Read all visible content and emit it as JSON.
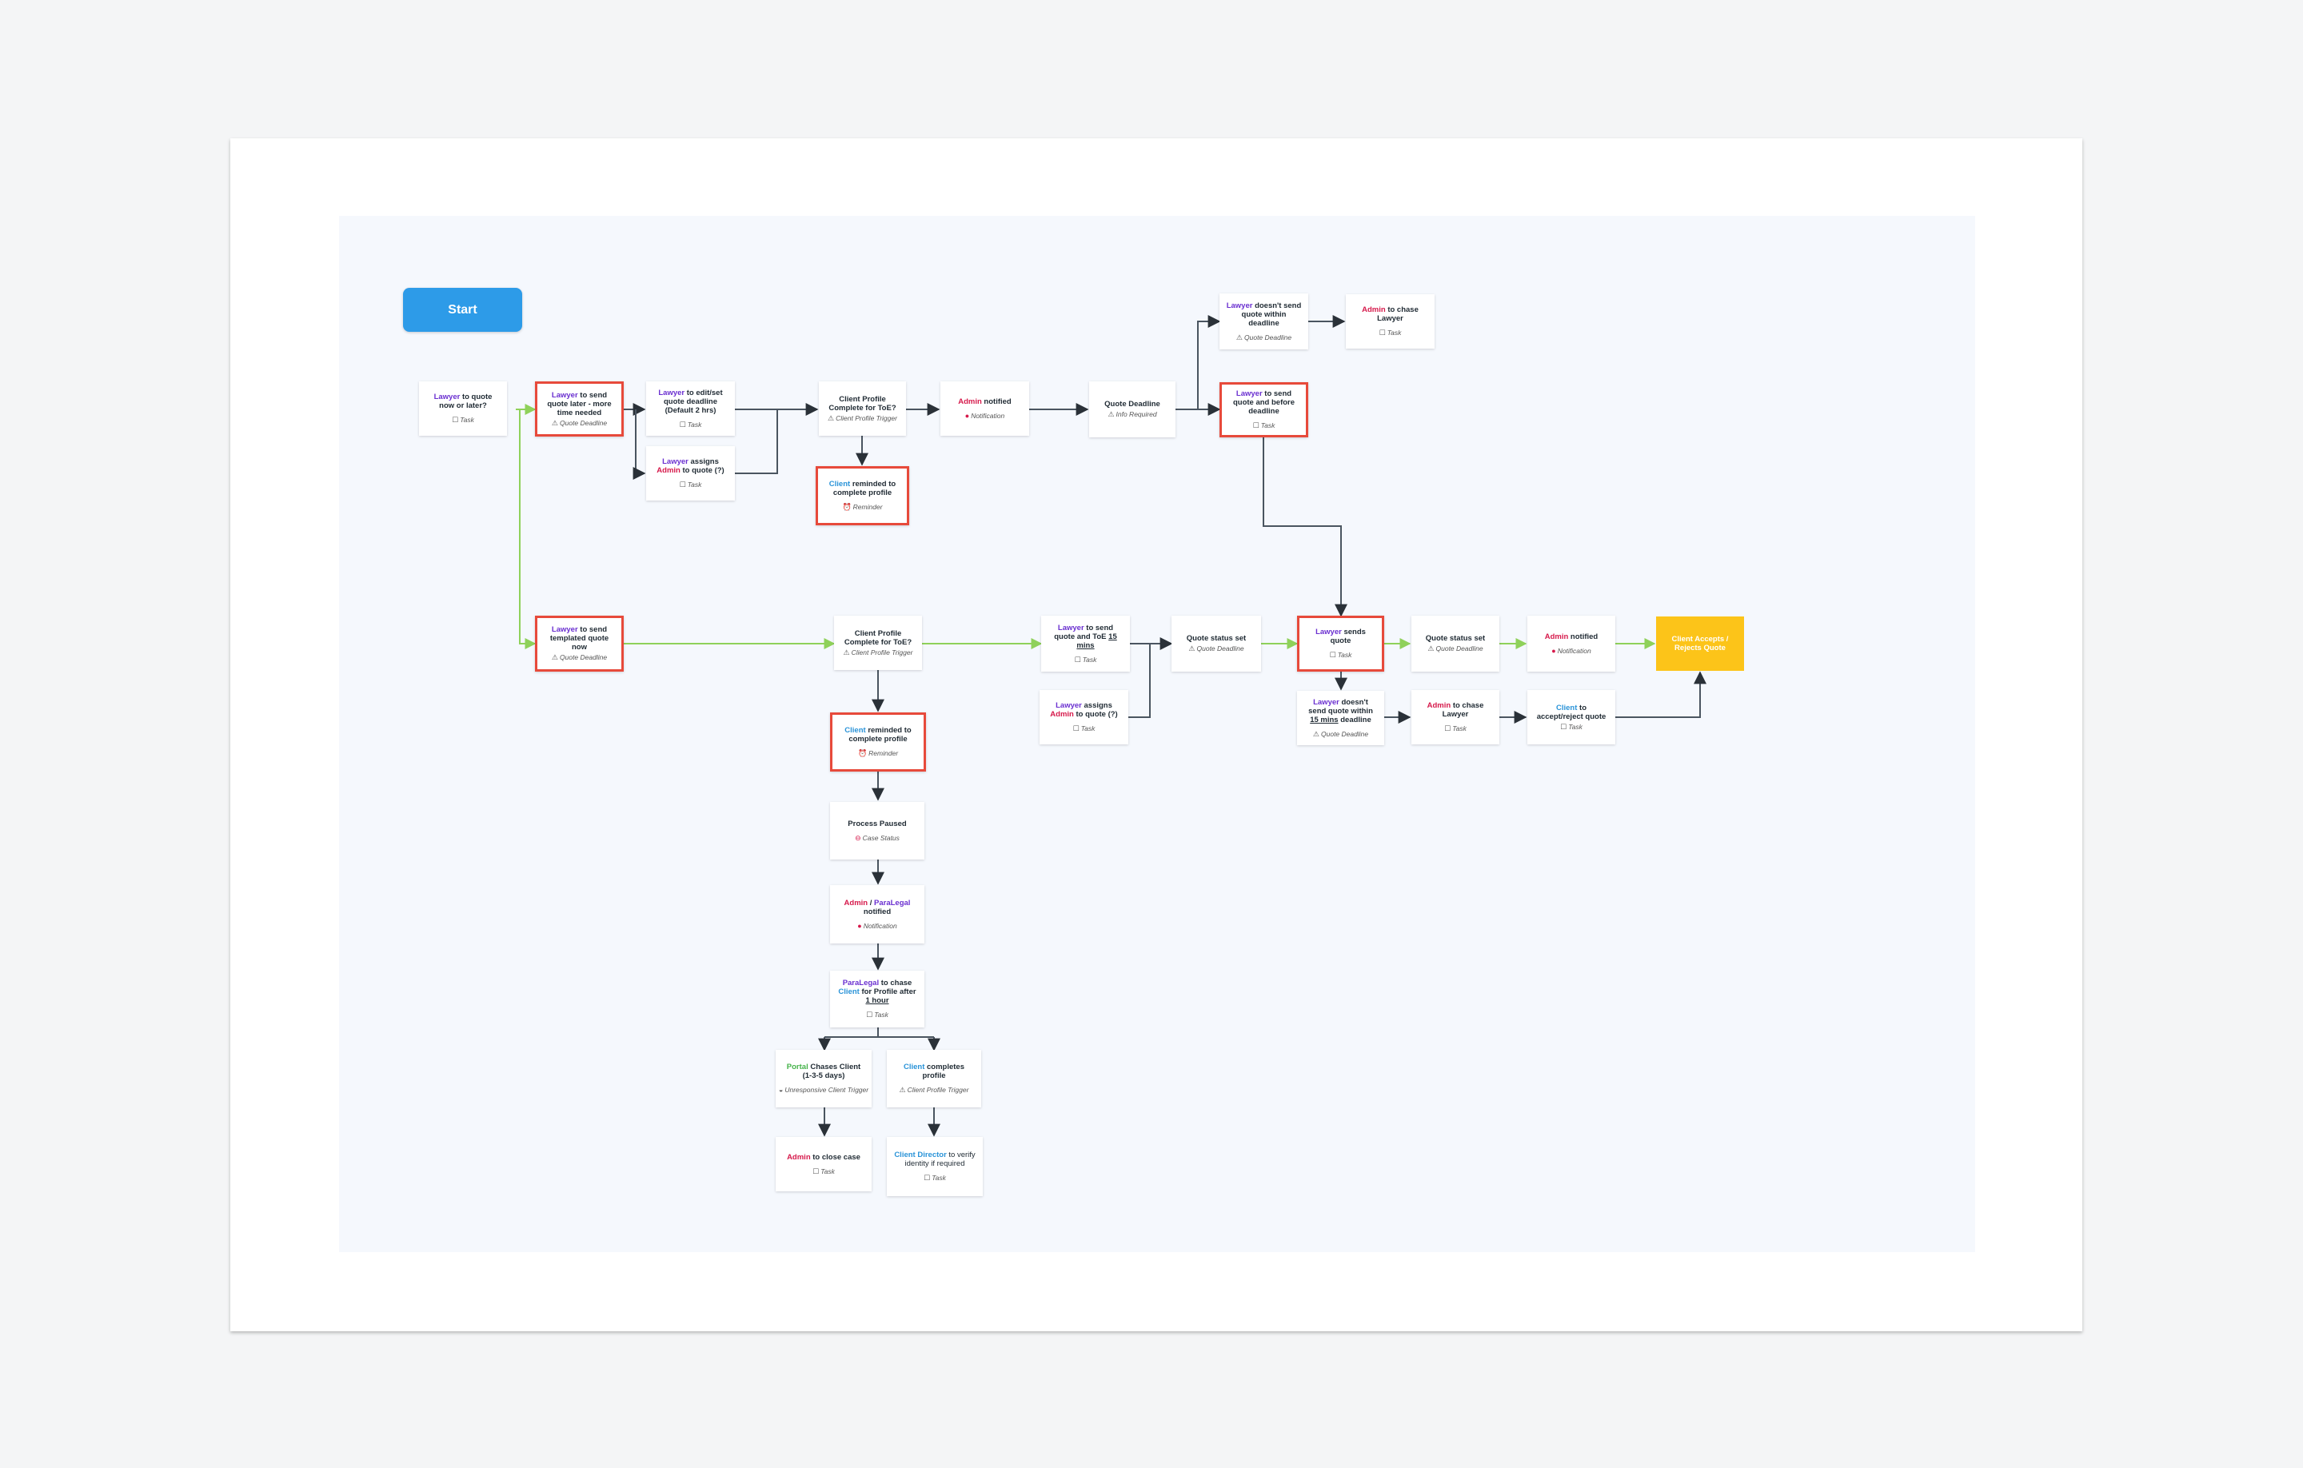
{
  "start": {
    "label": "Start"
  },
  "final": {
    "label": "Client Accepts / Rejects Quote"
  },
  "tags": {
    "task": "Task",
    "quote_deadline": "Quote Deadline",
    "client_profile_trigger": "Client Profile Trigger",
    "notification": "Notification",
    "reminder": "Reminder",
    "info_required": "Info Required",
    "case_status": "Case Status",
    "unresponsive": "Unresponsive Client Trigger"
  },
  "roles": {
    "lawyer": "Lawyer",
    "admin": "Admin",
    "client": "Client",
    "paralegal": "ParaLegal",
    "portal": "Portal",
    "client_director": "Client Director"
  },
  "nodes": {
    "quote_now_or_later": {
      "suffix": " to quote now or later?"
    },
    "send_quote_later": {
      "suffix": " to send quote later - more time needed"
    },
    "edit_deadline": {
      "suffix": " to edit/set quote deadline (Default 2 hrs)"
    },
    "assigns_admin_1": {
      "mid": " assigns ",
      "suffix": " to quote (?)"
    },
    "profile_complete_1": {
      "text": "Client Profile Complete for ToE?"
    },
    "admin_notified_1": {
      "suffix": " notified"
    },
    "quote_deadline_1": {
      "text": "Quote Deadline"
    },
    "client_reminded_1": {
      "suffix": " reminded to complete profile"
    },
    "doesnt_send_deadline": {
      "suffix": " doesn't send quote  within deadline"
    },
    "admin_chase_1": {
      "suffix": " to chase Lawyer"
    },
    "send_before_deadline": {
      "suffix": " to send quote and before deadline"
    },
    "send_templated": {
      "suffix": " to send templated quote now"
    },
    "profile_complete_2": {
      "text": "Client Profile Complete for ToE?"
    },
    "client_reminded_2": {
      "suffix": " reminded to complete profile"
    },
    "send_quote_toe": {
      "prefix_text": " to send quote and ToE ",
      "underline": "15 mins"
    },
    "assigns_admin_2": {
      "mid": " assigns ",
      "suffix": " to quote (?)"
    },
    "quote_status_1": {
      "text": "Quote status set"
    },
    "lawyer_sends": {
      "suffix": " sends quote"
    },
    "quote_status_2": {
      "text": "Quote status set"
    },
    "admin_notified_2": {
      "suffix": " notified"
    },
    "doesnt_send_15": {
      "prefix_text": " doesn't send quote within ",
      "underline": "15 mins",
      "suffix": " deadline"
    },
    "admin_chase_2": {
      "suffix": " to chase Lawyer"
    },
    "client_accept_reject": {
      "suffix": " to accept/reject quote"
    },
    "process_paused": {
      "text": "Process Paused"
    },
    "admin_paralegal_notified": {
      "mid": " / ",
      "suffix": " notified"
    },
    "paralegal_chase": {
      "mid": " to chase ",
      "suffix_a": " for Profile after ",
      "underline": "1 hour"
    },
    "portal_chases": {
      "suffix": " Chases Client (1-3-5 days)"
    },
    "client_completes": {
      "suffix": " completes profile"
    },
    "admin_close": {
      "suffix": " to close case"
    },
    "director_verify": {
      "suffix": " to verify identity if required"
    }
  },
  "colors": {
    "green_arrow": "#8fd15a",
    "dark_arrow": "#4a5560",
    "highlight_border": "#e74a3b",
    "start_blue": "#2d9be8",
    "final_yellow": "#fcc419"
  }
}
